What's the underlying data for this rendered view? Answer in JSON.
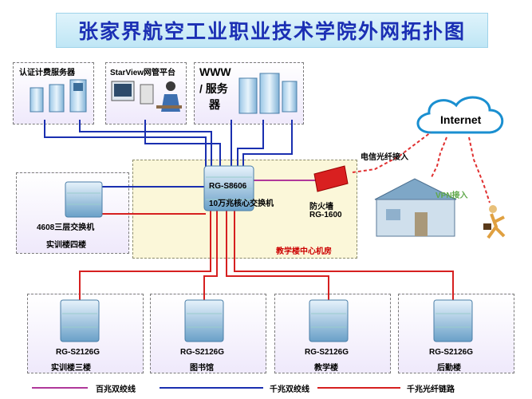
{
  "title": "张家界航空工业职业技术学院外网拓扑图",
  "servers": {
    "auth": "认证计费服务器",
    "starview": "StarView网管平台",
    "www_line1": "WWW",
    "www_line2": "/ 服务",
    "www_line3": "器"
  },
  "core": {
    "switch_model": "RG-S8606",
    "switch_desc": "10万兆核心交换机",
    "room_label": "教学楼中心机房",
    "firewall_label": "防火墙",
    "firewall_model": "RG-1600"
  },
  "internet": {
    "cloud_label": "Internet",
    "telecom_label": "电信光纤接入",
    "vpn_label": "VPN接入"
  },
  "left_building": {
    "switch_label": "4608三层交换机",
    "building_label": "实训楼四楼"
  },
  "buildings": [
    {
      "model": "RG-S2126G",
      "name": "实训楼三楼"
    },
    {
      "model": "RG-S2126G",
      "name": "图书馆"
    },
    {
      "model": "RG-S2126G",
      "name": "教学楼"
    },
    {
      "model": "RG-S2126G",
      "name": "后勤楼"
    }
  ],
  "legend": [
    {
      "label": "百兆双绞线",
      "color": "#b0389a"
    },
    {
      "label": "千兆双绞线",
      "color": "#1a2fb0"
    },
    {
      "label": "千兆光纤链路",
      "color": "#d62020"
    }
  ]
}
